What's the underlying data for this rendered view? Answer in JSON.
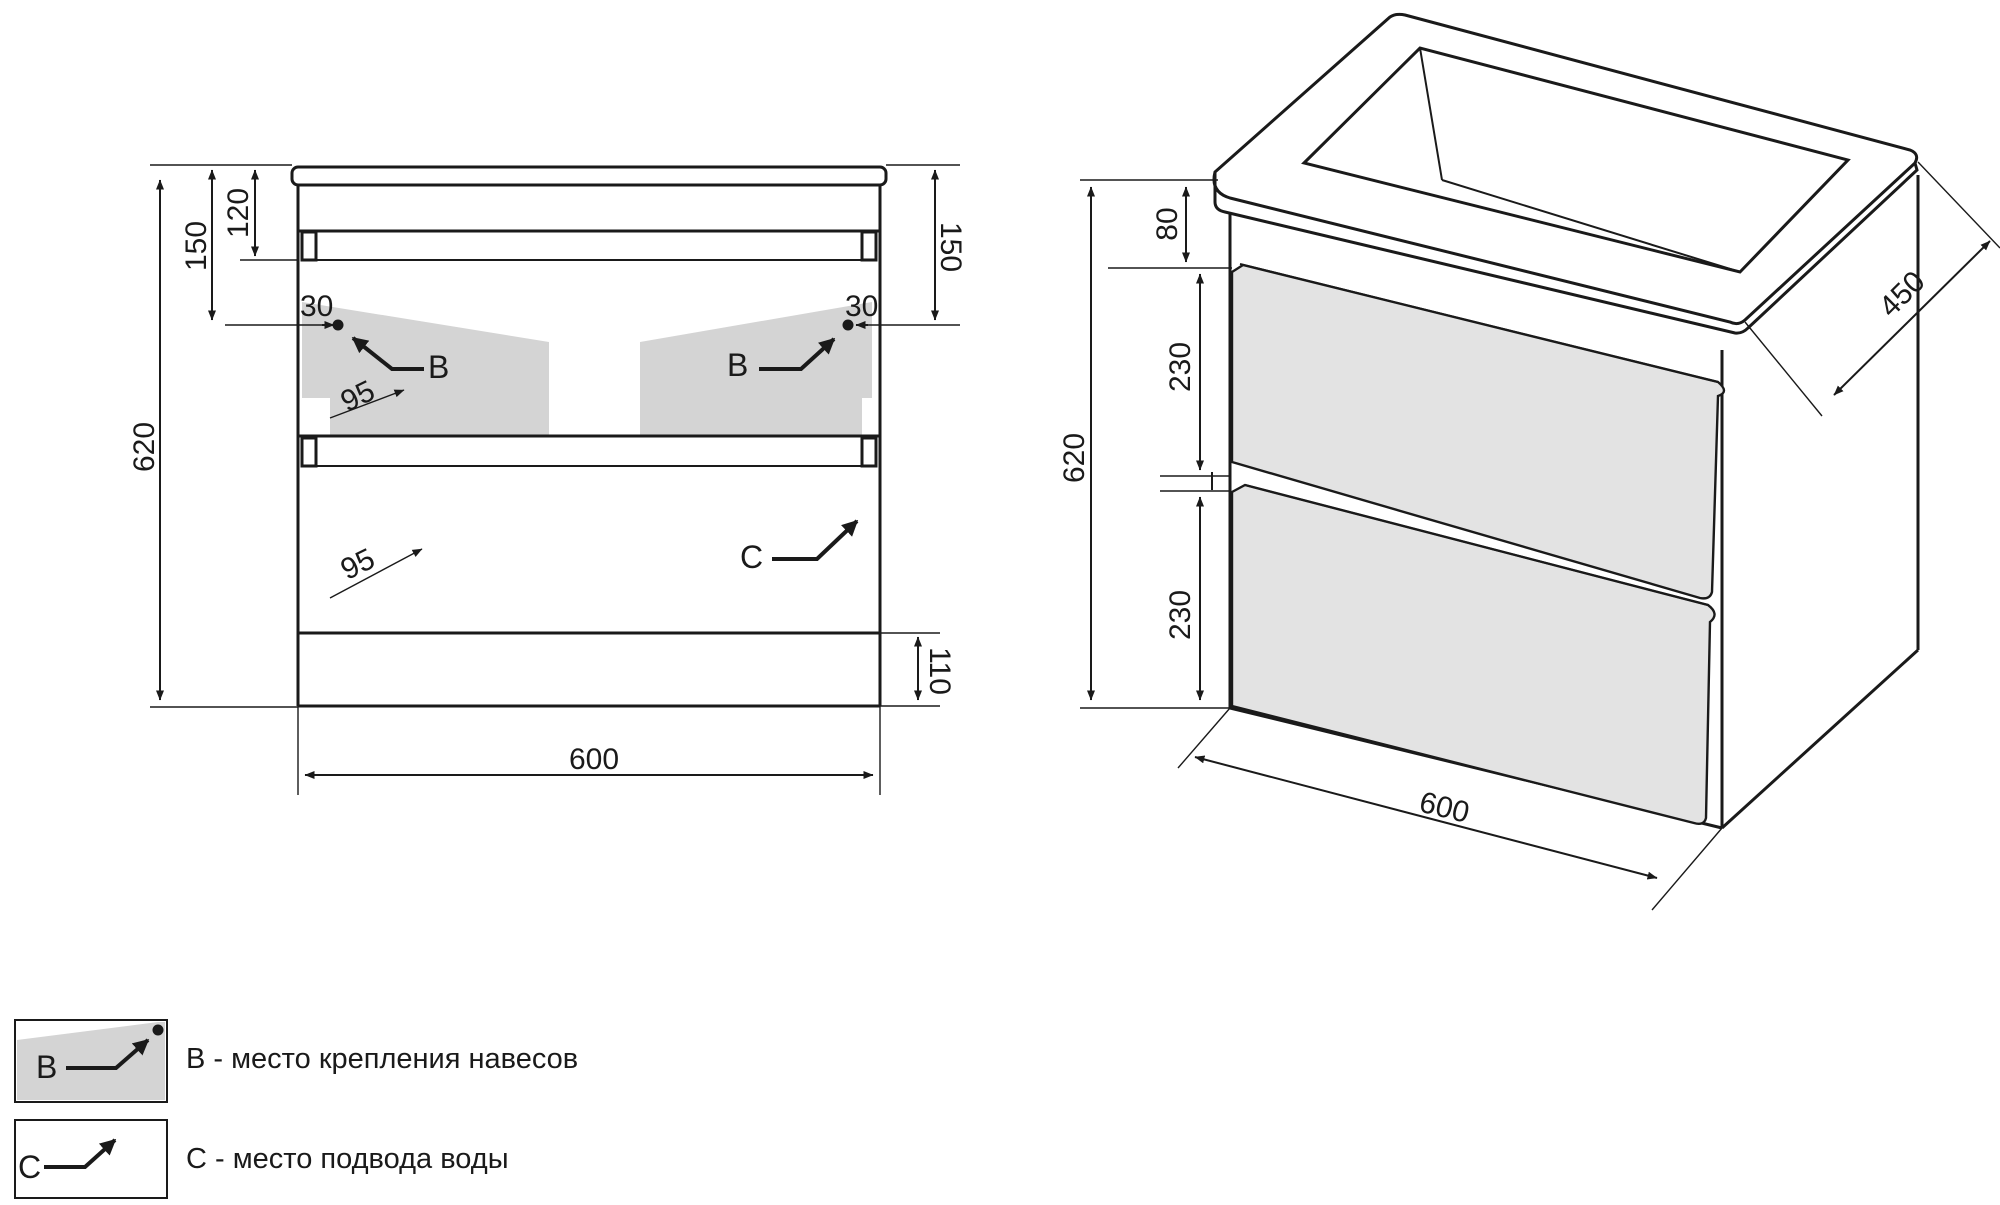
{
  "front_view": {
    "dim_total_height": "620",
    "dim_top_left": "150",
    "dim_top_inner": "120",
    "dim_top_right": "150",
    "dim_hook_left": "30",
    "dim_hook_right": "30",
    "dim_depth_upper": "95",
    "dim_depth_lower": "95",
    "dim_plinth": "110",
    "dim_width": "600",
    "label_hook_left": "B",
    "label_hook_right": "B",
    "label_water": "C"
  },
  "iso_view": {
    "dim_total_height": "620",
    "dim_top": "80",
    "dim_drawer_upper": "230",
    "dim_drawer_lower": "230",
    "dim_depth": "450",
    "dim_width": "600"
  },
  "legend": {
    "items": [
      {
        "key": "B",
        "text": "B - место крепления навесов"
      },
      {
        "key": "C",
        "text": "C - место подвода воды"
      }
    ]
  },
  "colors": {
    "line": "#1a1a1a",
    "mount_area": "#d4d4d4",
    "drawer_face": "#e3e3e3",
    "background": "#ffffff"
  }
}
